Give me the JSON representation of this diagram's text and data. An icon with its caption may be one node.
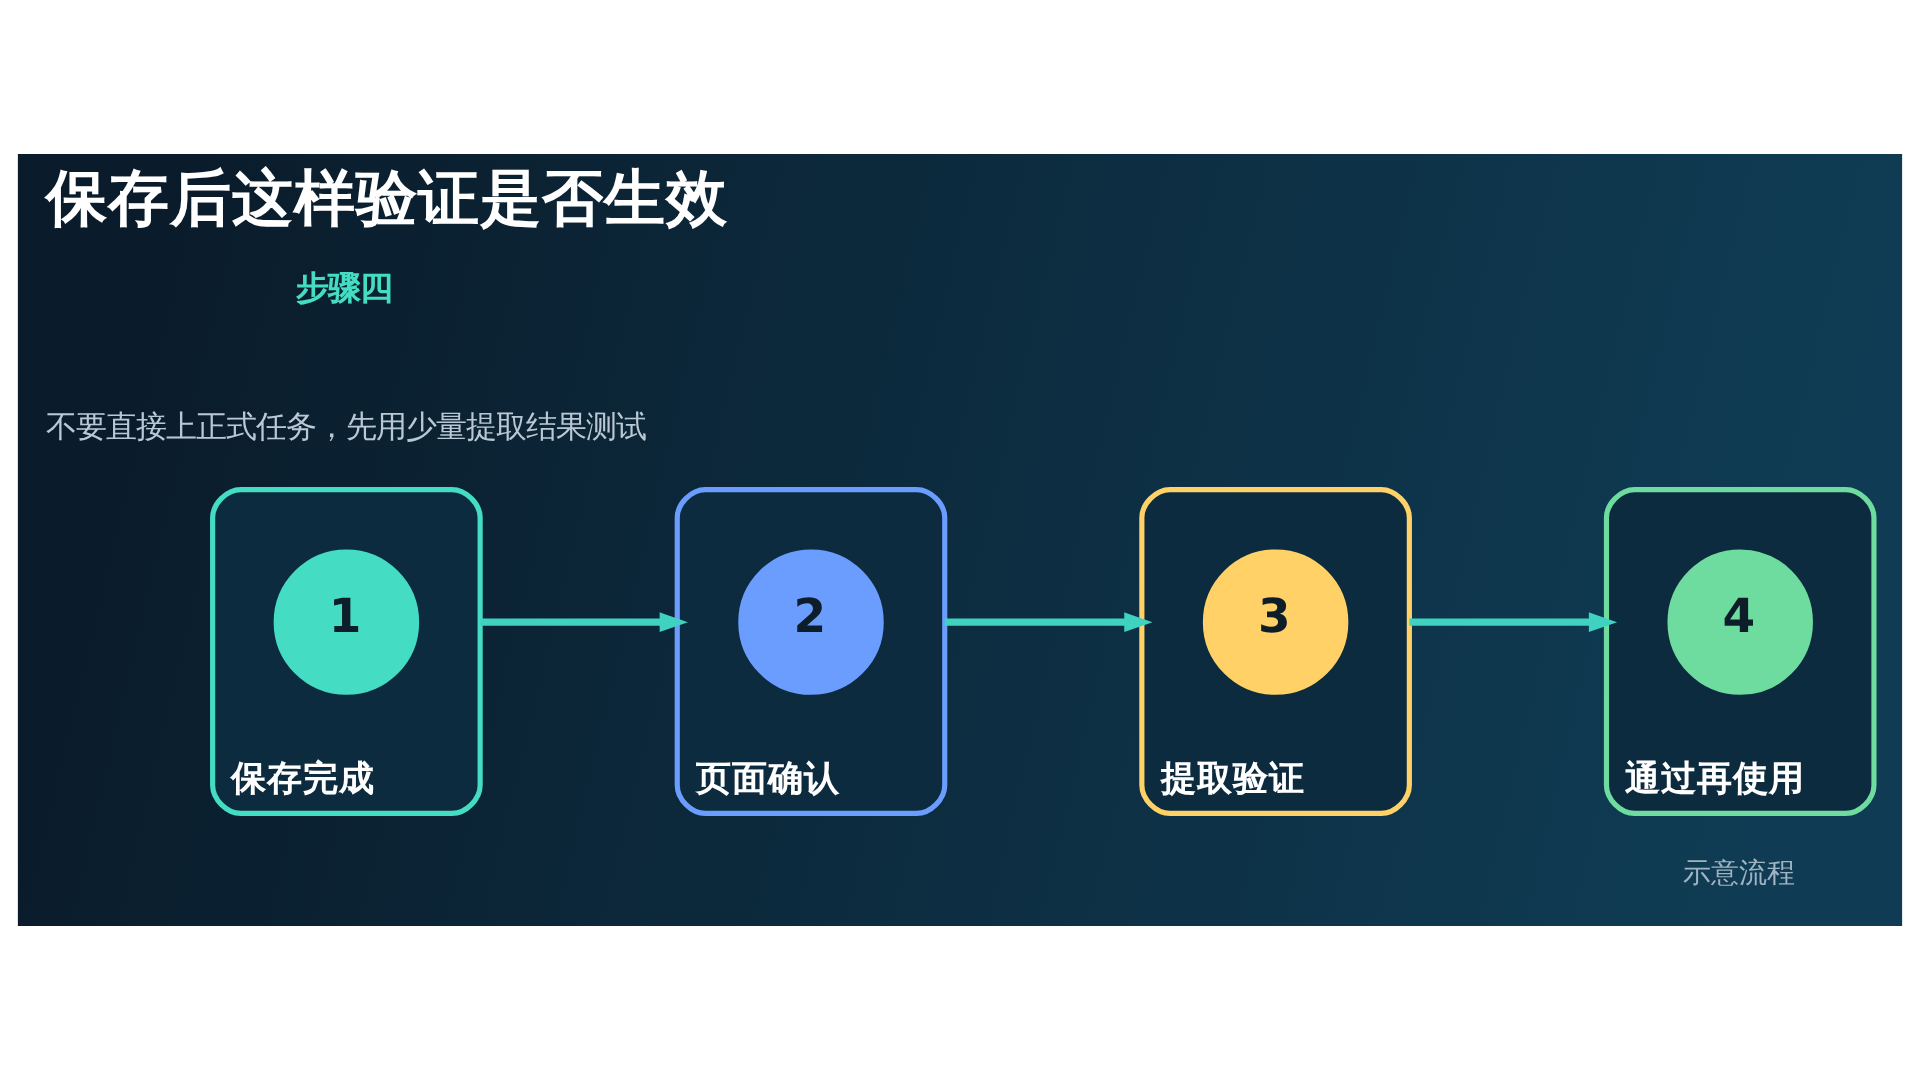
{
  "diagram": {
    "title": "保存后这样验证是否生效",
    "nodes": [
      {
        "text": [
          "保存完成"
        ]
      },
      {
        "text": [
          "1"
        ],
        "in": 0
      },
      {
        "text": [
          "页面确认"
        ]
      },
      {
        "text": [
          "2"
        ],
        "in": 2
      },
      {
        "text": [
          "提取验证"
        ]
      },
      {
        "text": [
          "3"
        ],
        "in": 4
      },
      {
        "text": [
          "通过再使用"
        ]
      },
      {
        "text": [
          "4"
        ],
        "in": 6
      }
    ],
    "edges": [
      {
        "from": 0,
        "to": 2,
        "arrow": "to"
      },
      {
        "from": 2,
        "to": 4,
        "arrow": "to"
      },
      {
        "from": 4,
        "to": 6,
        "arrow": "to"
      }
    ],
    "labels": [
      "步骤四",
      "不要直接上正式任务，先用少量提取结果测试",
      "示意流程"
    ]
  }
}
